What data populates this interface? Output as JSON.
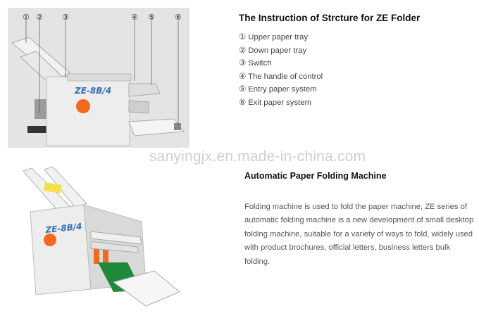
{
  "diagram": {
    "markers": [
      "①",
      "②",
      "③",
      "④",
      "⑤",
      "⑥"
    ],
    "machine_label": "ZE-8B/4"
  },
  "section1": {
    "title": "The Instruction of Strcture for ZE Folder",
    "items": [
      "① Upper paper tray",
      "② Down paper tray",
      "③ Switch",
      "④ The handle of control",
      "⑤ Entry paper system",
      "⑥ Exit paper system"
    ]
  },
  "watermark": "sanyingjx.en.made-in-china.com",
  "section2": {
    "title": "Automatic Paper Folding Machine",
    "description": "Folding machine is used to fold the paper machine, ZE series of automatic folding machine is a new development of small desktop folding machine, suitable for a variety of ways to fold, widely used with product brochures, official letters, business letters bulk folding."
  },
  "colors": {
    "knob": "#f26b1d",
    "belt": "#1f8a3a",
    "body": "#ededed",
    "photo_bg": "#e4e4e4"
  }
}
